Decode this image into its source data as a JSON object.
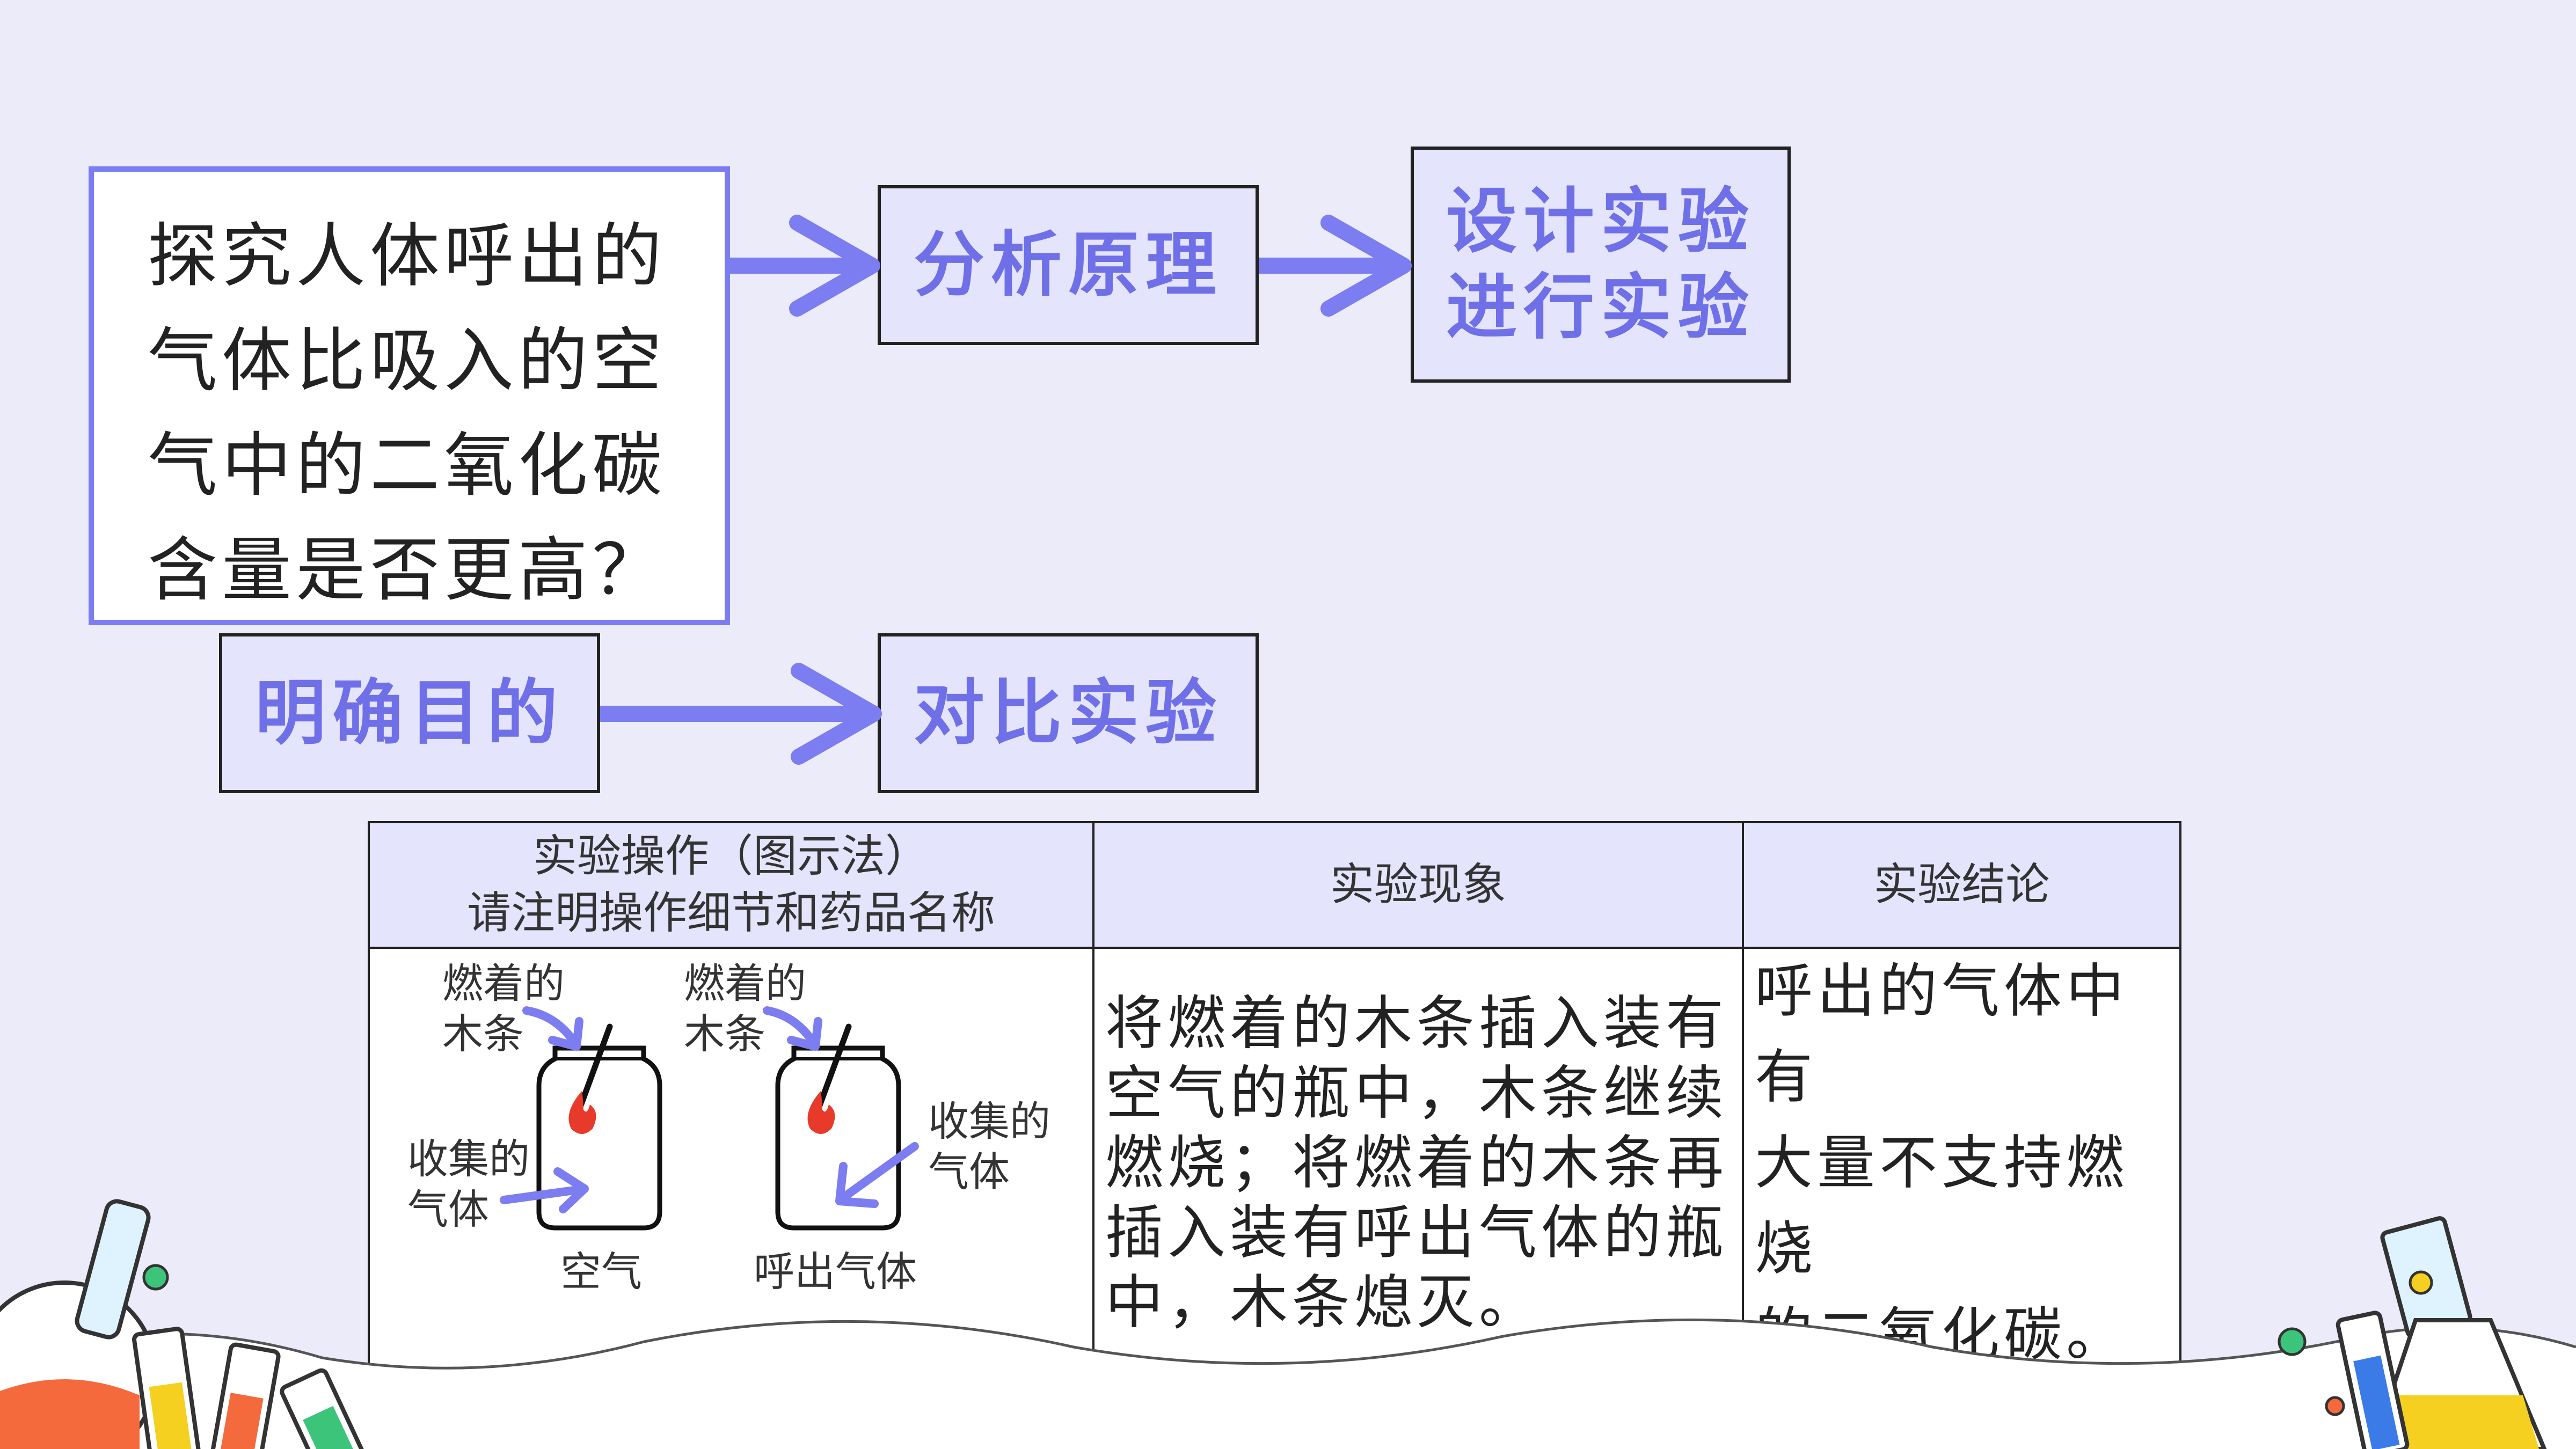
{
  "topic": {
    "lines": [
      "探究人体呼出的",
      "气体比吸入的空",
      "气中的二氧化碳",
      "含量是否更高？"
    ]
  },
  "steps": {
    "analyze": "分析原理",
    "design_line1": "设计实验",
    "design_line2": "进行实验",
    "purpose": "明确目的",
    "compare": "对比实验"
  },
  "table": {
    "headers": {
      "operation_line1": "实验操作（图示法）",
      "operation_line2": "请注明操作细节和药品名称",
      "phenomenon": "实验现象",
      "conclusion": "实验结论"
    },
    "diagram": {
      "left_stick_line1": "燃着的",
      "left_stick_line2": "木条",
      "left_gas_line1": "收集的",
      "left_gas_line2": "气体",
      "left_jar": "空气",
      "right_stick_line1": "燃着的",
      "right_stick_line2": "木条",
      "right_gas_line1": "收集的",
      "right_gas_line2": "气体",
      "right_jar": "呼出气体"
    },
    "phenomenon_lines": [
      "将燃着的木条插入装有",
      "空气的瓶中，木条继续",
      "燃烧；将燃着的木条再",
      "插入装有呼出气体的瓶",
      "中，木条熄灭。"
    ],
    "conclusion_lines": [
      "呼出的气体中有",
      "大量不支持燃烧",
      "的二氧化碳。"
    ]
  },
  "colors": {
    "accent": "#7b7df0",
    "box_fill": "#e4e4fc",
    "background": "#ebebfa",
    "flame": "#e83a2a"
  }
}
